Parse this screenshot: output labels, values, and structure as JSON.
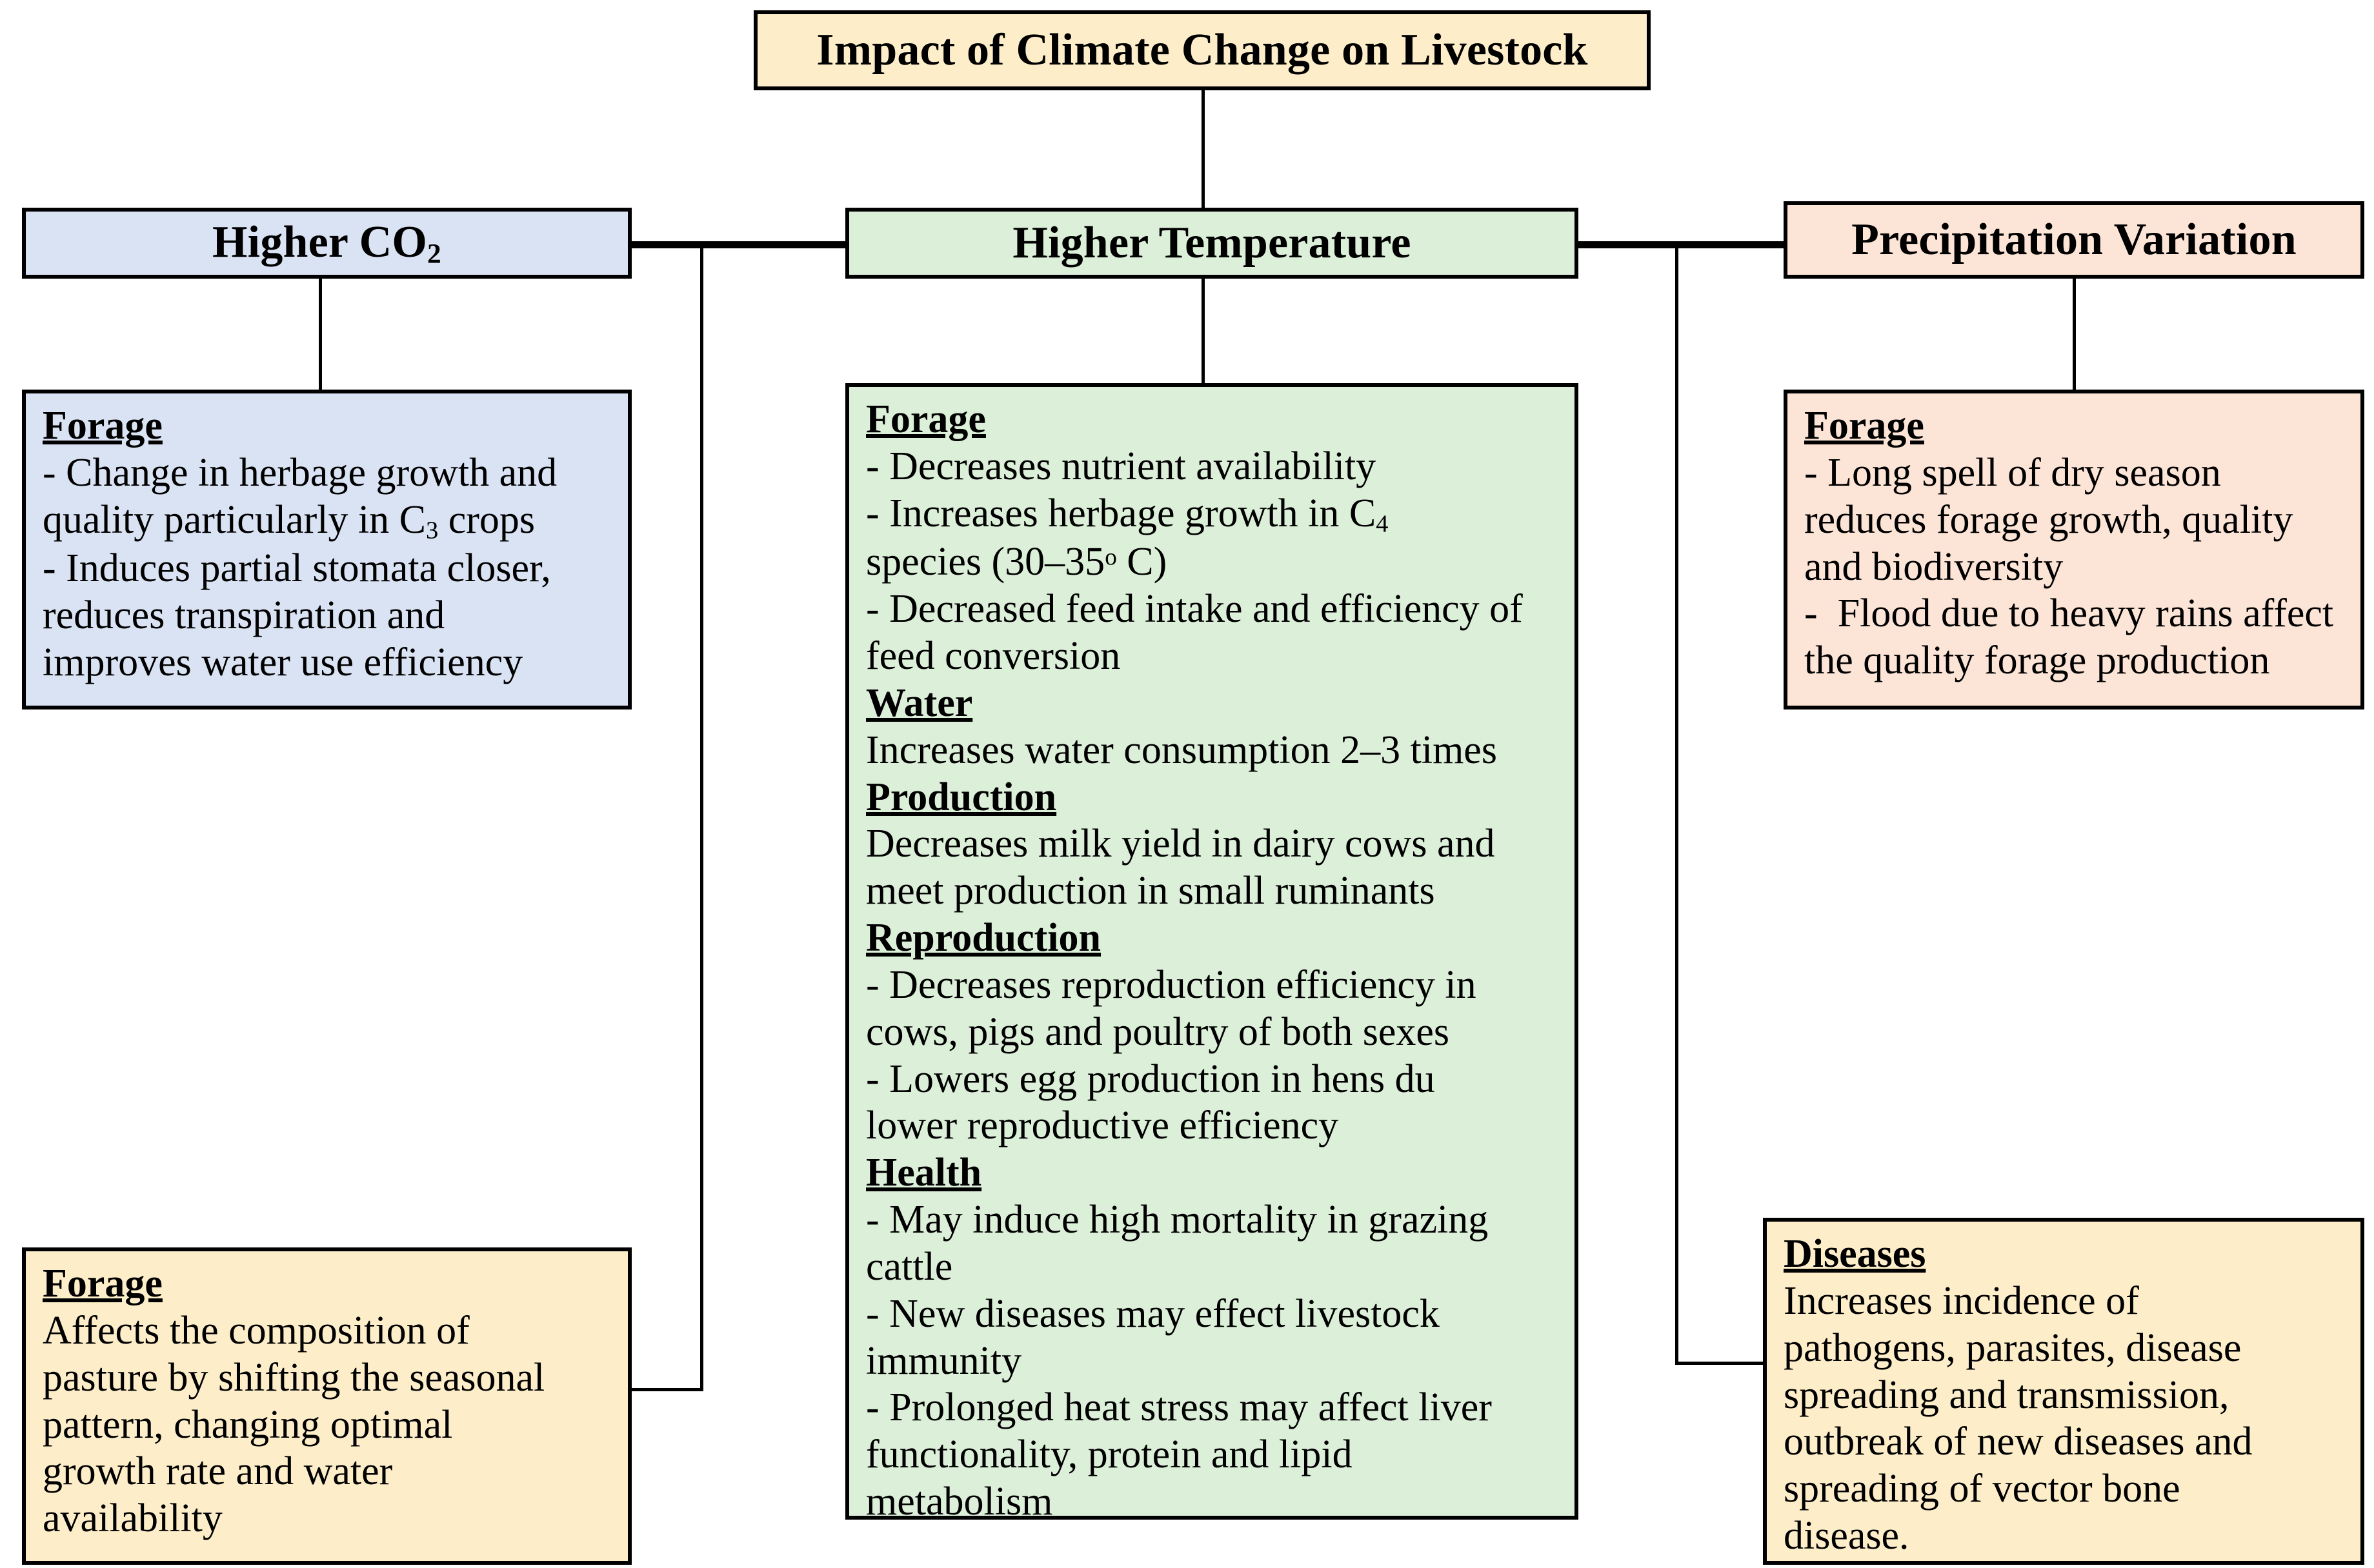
{
  "diagram": {
    "title_box": {
      "text": "Impact of Climate Change on Livestock",
      "color": "#fdeec9"
    },
    "branches": [
      {
        "id": "higher-co2",
        "header": "Higher CO",
        "header_sub": "2",
        "color": "#dae3f3",
        "sections": [
          {
            "heading": "Forage",
            "lines": [
              "- Change in herbage growth and",
              "quality particularly in C₃ crops",
              "- Induces partial stomata closer,",
              "reduces transpiration and",
              "improves water use efficiency"
            ]
          }
        ]
      },
      {
        "id": "higher-temperature",
        "header": "Higher Temperature",
        "color": "#dcefd9",
        "sections": [
          {
            "heading": "Forage",
            "lines": [
              "- Decreases nutrient availability",
              "- Increases herbage growth in C₄",
              "species (30–35º C)",
              "- Decreased feed intake and efficiency of",
              "feed conversion"
            ]
          },
          {
            "heading": "Water",
            "lines": [
              "Increases water consumption 2–3 times"
            ]
          },
          {
            "heading": "Production",
            "lines": [
              "Decreases milk yield in dairy cows and",
              "meet production in small ruminants"
            ]
          },
          {
            "heading": "Reproduction",
            "lines": [
              "- Decreases reproduction efficiency in",
              "cows, pigs and poultry of both sexes",
              "- Lowers egg production in hens du",
              "lower reproductive efficiency"
            ]
          },
          {
            "heading": "Health",
            "lines": [
              "- May induce high mortality in grazing",
              "cattle",
              "- New diseases may effect livestock",
              "immunity",
              "- Prolonged heat stress may affect liver",
              "functionality, protein and lipid",
              "metabolism"
            ]
          }
        ]
      },
      {
        "id": "precipitation-variation",
        "header": "Precipitation Variation",
        "color": "#fce4d6",
        "sections": [
          {
            "heading": "Forage",
            "lines": [
              "- Long spell of dry season",
              "reduces forage growth, quality",
              "and biodiversity",
              "-  Flood due to heavy rains affect",
              "the quality forage production"
            ]
          }
        ]
      }
    ],
    "secondary_boxes": [
      {
        "id": "co2-forage-secondary",
        "color": "#fdeec9",
        "heading": "Forage",
        "lines": [
          "Affects the composition of",
          "pasture by shifting the seasonal",
          "pattern, changing optimal",
          "growth rate and water",
          "availability"
        ]
      },
      {
        "id": "precipitation-diseases-secondary",
        "color": "#fdeec9",
        "heading": "Diseases",
        "lines": [
          "Increases incidence of",
          "pathogens, parasites, disease",
          "spreading and transmission,",
          "outbreak of new diseases and",
          "spreading of vector bone",
          "disease."
        ]
      }
    ]
  }
}
